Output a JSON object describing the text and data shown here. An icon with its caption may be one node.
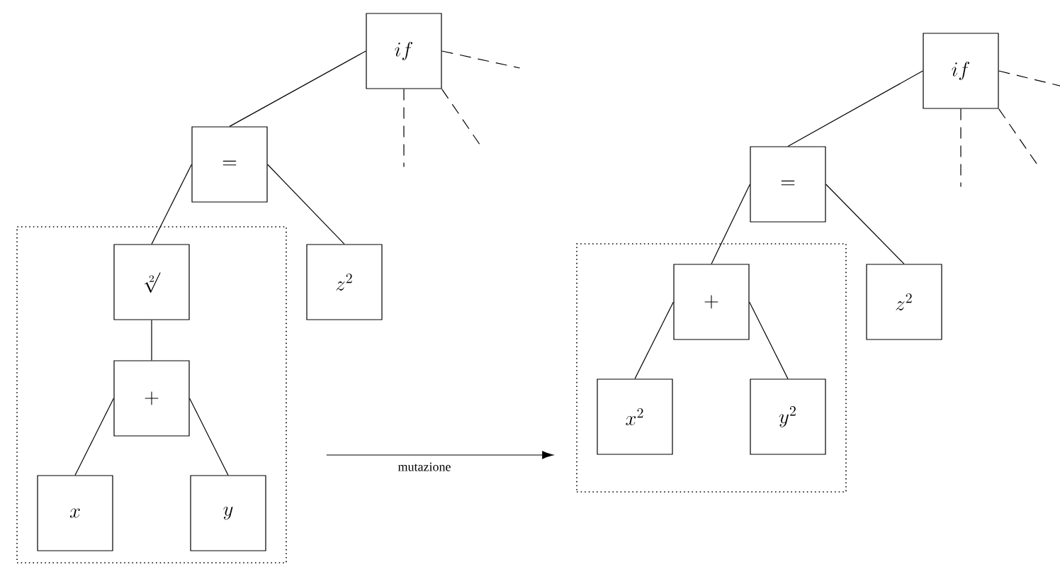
{
  "diagram": {
    "nodes": [
      {
        "text": [
          "if"
        ]
      },
      {
        "text": [
          "="
        ]
      },
      {
        "text": [],
        "shape": "box"
      },
      {
        "text": [
          "\\sqrt[2]{}"
        ],
        "in": 2
      },
      {
        "text": [
          "z^2"
        ]
      },
      {
        "text": [
          "+"
        ],
        "in": 2
      },
      {
        "text": [
          "x"
        ],
        "in": 2
      },
      {
        "text": [
          "y"
        ],
        "in": 2
      },
      {
        "text": [
          "if"
        ]
      },
      {
        "text": [
          "="
        ]
      },
      {
        "text": [],
        "shape": "box"
      },
      {
        "text": [
          "+"
        ],
        "in": 10
      },
      {
        "text": [
          "z^2"
        ]
      },
      {
        "text": [
          "x^2"
        ],
        "in": 10
      },
      {
        "text": [
          "y^2"
        ],
        "in": 10
      }
    ],
    "edges": [
      {
        "from": 0,
        "to": 1,
        "arrow": "none"
      },
      {
        "from": 0,
        "to": null,
        "arrow": "none",
        "style": "dashed"
      },
      {
        "from": 0,
        "to": null,
        "arrow": "none",
        "style": "dashed"
      },
      {
        "from": 0,
        "to": null,
        "arrow": "none",
        "style": "dashed"
      },
      {
        "from": 1,
        "to": 3,
        "arrow": "none"
      },
      {
        "from": 1,
        "to": 4,
        "arrow": "none"
      },
      {
        "from": 3,
        "to": 5,
        "arrow": "none"
      },
      {
        "from": 5,
        "to": 6,
        "arrow": "none"
      },
      {
        "from": 5,
        "to": 7,
        "arrow": "none"
      },
      {
        "from": 2,
        "to": 10,
        "arrow": "to",
        "label": "mutazione"
      },
      {
        "from": 8,
        "to": 9,
        "arrow": "none"
      },
      {
        "from": 8,
        "to": null,
        "arrow": "none",
        "style": "dashed"
      },
      {
        "from": 8,
        "to": null,
        "arrow": "none",
        "style": "dashed"
      },
      {
        "from": 8,
        "to": null,
        "arrow": "none",
        "style": "dashed"
      },
      {
        "from": 9,
        "to": 11,
        "arrow": "none"
      },
      {
        "from": 9,
        "to": 12,
        "arrow": "none"
      },
      {
        "from": 11,
        "to": 13,
        "arrow": "none"
      },
      {
        "from": 11,
        "to": 14,
        "arrow": "none"
      }
    ]
  }
}
